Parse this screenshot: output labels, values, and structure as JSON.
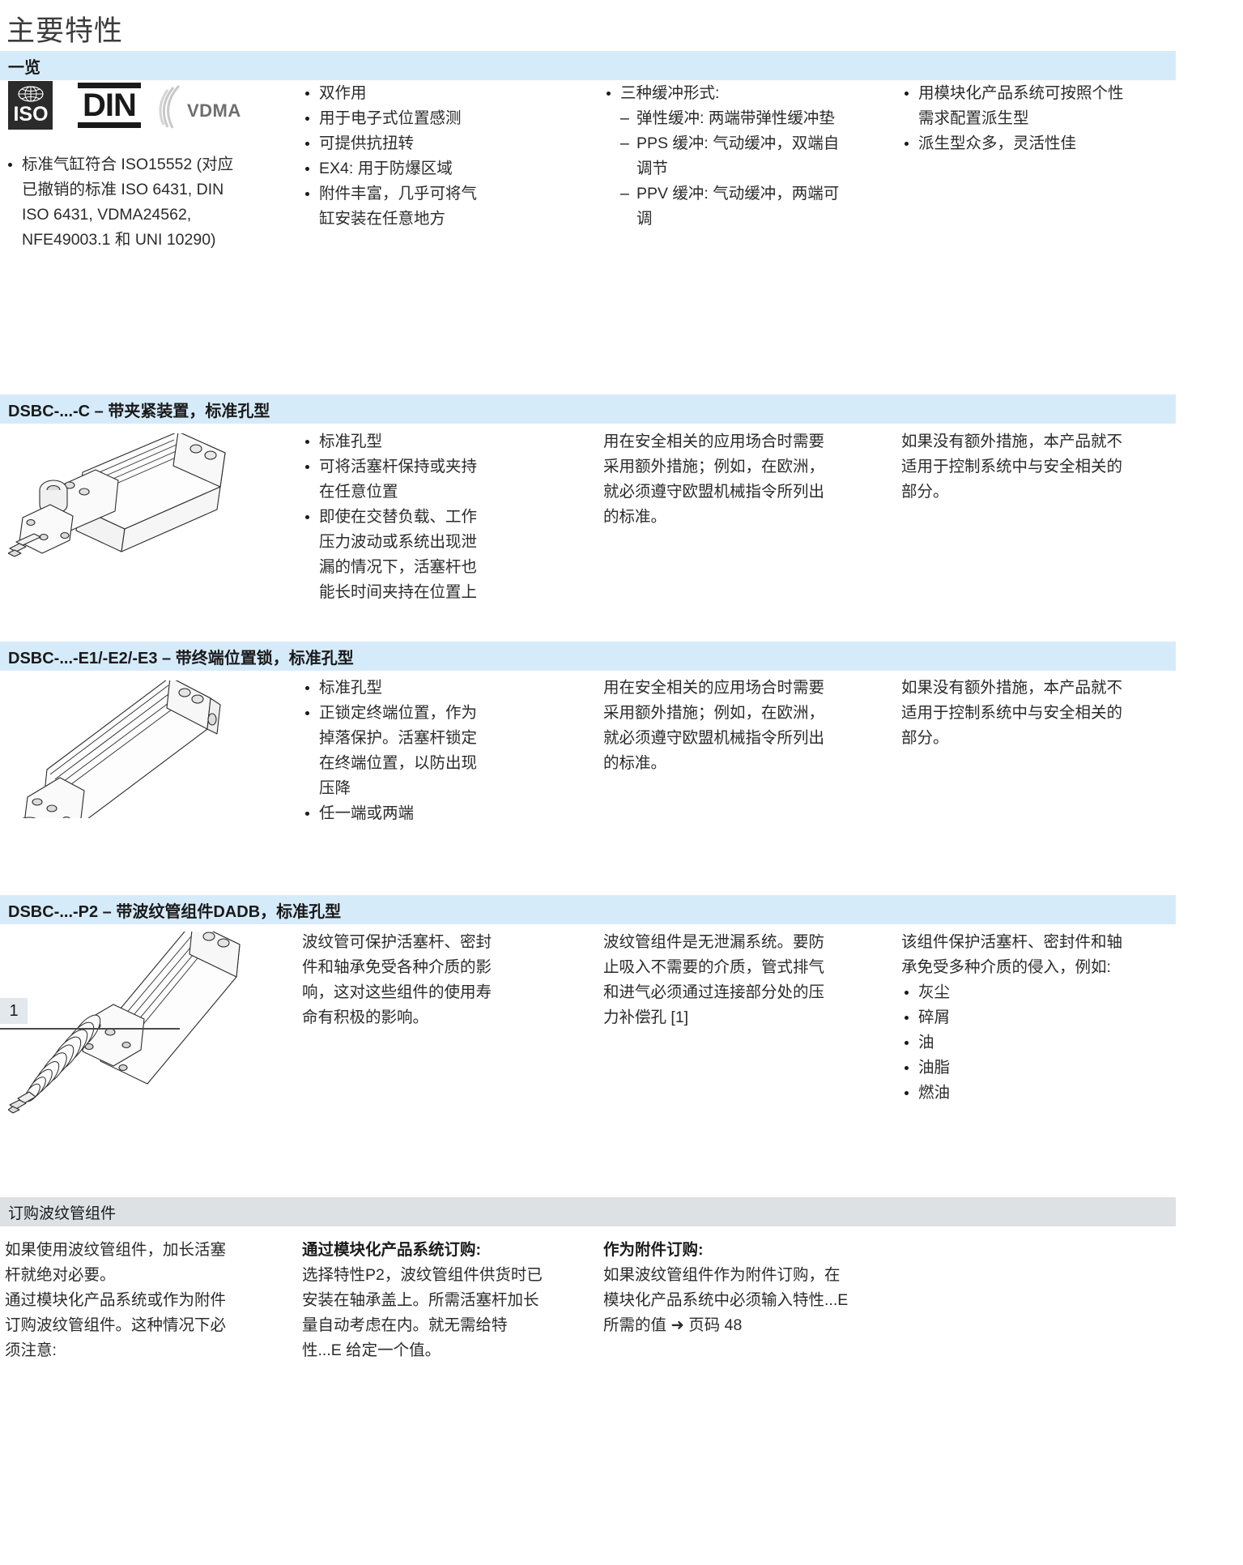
{
  "page": {
    "title": "主要特性"
  },
  "overview": {
    "header": "一览",
    "logos": [
      {
        "name": "iso-logo",
        "label": "ISO"
      },
      {
        "name": "din-logo",
        "label": "DIN"
      },
      {
        "name": "vdma-logo",
        "label": "VDMA"
      }
    ],
    "col1_bullets": [
      "标准气缸符合 ISO15552 (对应已撤销的标准 ISO 6431, DIN ISO 6431, VDMA24562, NFE49003.1 和 UNI 10290)"
    ],
    "col2_bullets": [
      "双作用",
      "用于电子式位置感测",
      "可提供抗扭转",
      "EX4: 用于防爆区域",
      "附件丰富，几乎可将气缸安装在任意地方"
    ],
    "col3_bullets": [
      "三种缓冲形式:"
    ],
    "col3_dashes": [
      "弹性缓冲: 两端带弹性缓冲垫",
      "PPS 缓冲: 气动缓冲，双端自调节",
      "PPV 缓冲: 气动缓冲，两端可调"
    ],
    "col4_bullets": [
      "用模块化产品系统可按照个性需求配置派生型",
      "派生型众多，灵活性佳"
    ]
  },
  "section_c": {
    "header": "DSBC-...-C – 带夹紧装置，标准孔型",
    "image_name": "cylinder-with-clamping-unit",
    "col2_bullets": [
      "标准孔型",
      "可将活塞杆保持或夹持在任意位置",
      "即使在交替负载、工作压力波动或系统出现泄漏的情况下，活塞杆也能长时间夹持在位置上"
    ],
    "col3_text": "用在安全相关的应用场合时需要采用额外措施；例如，在欧洲，就必须遵守欧盟机械指令所列出的标准。",
    "col4_text": "如果没有额外措施，本产品就不适用于控制系统中与安全相关的部分。"
  },
  "section_e": {
    "header": "DSBC-...-E1/-E2/-E3 – 带终端位置锁，标准孔型",
    "image_name": "cylinder-with-end-position-lock",
    "col2_bullets": [
      "标准孔型",
      "正锁定终端位置，作为掉落保护。活塞杆锁定在终端位置，以防出现压降",
      "任一端或两端"
    ],
    "col3_text": "用在安全相关的应用场合时需要采用额外措施；例如，在欧洲，就必须遵守欧盟机械指令所列出的标准。",
    "col4_text": "如果没有额外措施，本产品就不适用于控制系统中与安全相关的部分。"
  },
  "section_p2": {
    "header": "DSBC-...-P2 – 带波纹管组件DADB，标准孔型",
    "image_name": "cylinder-with-bellows-assembly",
    "callout_label": "1",
    "col2_text": "波纹管可保护活塞杆、密封件和轴承免受各种介质的影响，这对这些组件的使用寿命有积极的影响。",
    "col3_text": "波纹管组件是无泄漏系统。要防止吸入不需要的介质，管式排气和进气必须通过连接部分处的压力补偿孔 [1]",
    "col4_intro": "该组件保护活塞杆、密封件和轴承免受多种介质的侵入，例如:",
    "col4_bullets": [
      "灰尘",
      "碎屑",
      "油",
      "油脂",
      "燃油"
    ]
  },
  "section_order": {
    "header": "订购波纹管组件",
    "col1_text_1": "如果使用波纹管组件，加长活塞杆就绝对必要。",
    "col1_text_2": "通过模块化产品系统或作为附件订购波纹管组件。这种情况下必须注意:",
    "col2_title": "通过模块化产品系统订购:",
    "col2_text": "选择特性P2，波纹管组件供货时已安装在轴承盖上。所需活塞杆加长量自动考虑在内。就无需给特性...E 给定一个值。",
    "col3_title": "作为附件订购:",
    "col3_text_before": "如果波纹管组件作为附件订购，在模块化产品系统中必须输入特性...E 所需的值",
    "col3_arrow": "➜",
    "col3_text_after": "页码 48"
  }
}
